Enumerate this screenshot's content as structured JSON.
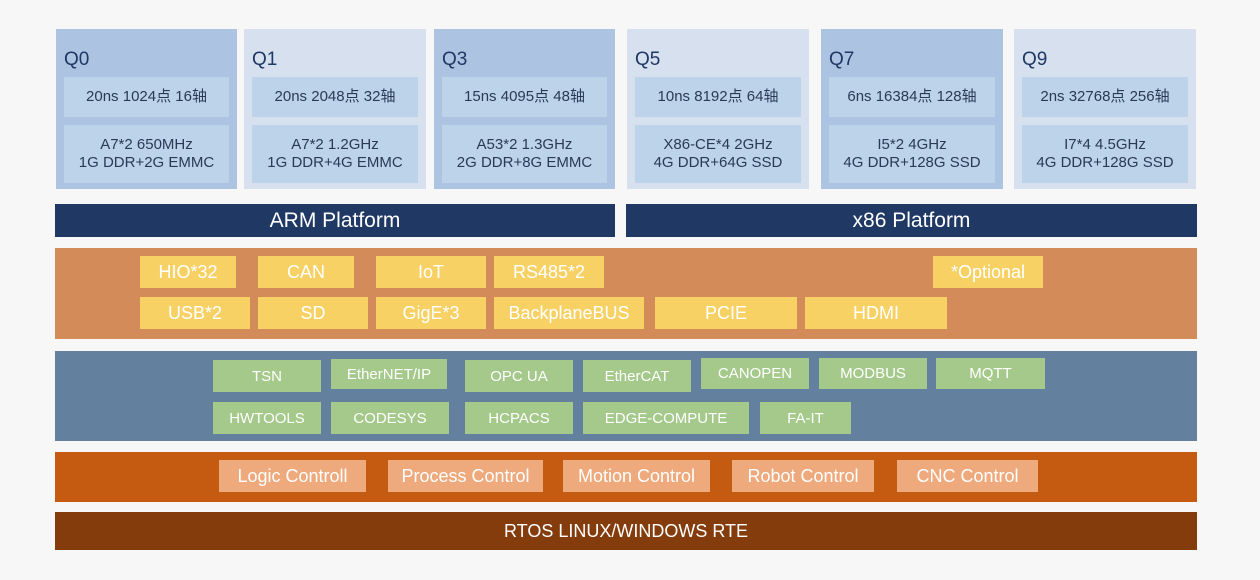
{
  "colors": {
    "background": "#f7f7f8",
    "card_dark": "#adc3e2",
    "card_light": "#d6e0ef",
    "spec_box": "#bcd3e9",
    "platform_bar": "#1f3864",
    "io_band": "#d38b59",
    "io_chip": "#f8d165",
    "protocol_band": "#63809f",
    "protocol_chip": "#a4c98a",
    "control_band": "#c55a11",
    "control_chip": "#eea97c",
    "rte_band": "#843c0c"
  },
  "models": [
    {
      "name": "Q0",
      "perf": "20ns 1024点 16轴",
      "cpu": "A7*2 650MHz",
      "memory": "1G DDR+2G EMMC"
    },
    {
      "name": "Q1",
      "perf": "20ns 2048点 32轴",
      "cpu": "A7*2 1.2GHz",
      "memory": "1G DDR+4G EMMC"
    },
    {
      "name": "Q3",
      "perf": "15ns 4095点 48轴",
      "cpu": "A53*2 1.3GHz",
      "memory": "2G DDR+8G EMMC"
    },
    {
      "name": "Q5",
      "perf": "10ns 8192点 64轴",
      "cpu": "X86-CE*4 2GHz",
      "memory": "4G DDR+64G SSD"
    },
    {
      "name": "Q7",
      "perf": "6ns 16384点 128轴",
      "cpu": "I5*2 4GHz",
      "memory": "4G DDR+128G SSD"
    },
    {
      "name": "Q9",
      "perf": "2ns 32768点 256轴",
      "cpu": "I7*4 4.5GHz",
      "memory": "4G DDR+128G SSD"
    }
  ],
  "platforms": {
    "arm": "ARM Platform",
    "x86": "x86 Platform"
  },
  "io": {
    "row1": [
      "HIO*32",
      "CAN",
      "IoT",
      "RS485*2",
      "*Optional"
    ],
    "row2": [
      "USB*2",
      "SD",
      "GigE*3",
      "BackplaneBUS",
      "PCIE",
      "HDMI"
    ]
  },
  "protocols": {
    "row1": [
      "TSN",
      "EtherNET/IP",
      "OPC UA",
      "EtherCAT",
      "CANOPEN",
      "MODBUS",
      "MQTT"
    ],
    "row2": [
      "HWTOOLS",
      "CODESYS",
      "HCPACS",
      "EDGE-COMPUTE",
      "FA-IT"
    ]
  },
  "controls": [
    "Logic Controll",
    "Process Control",
    "Motion Control",
    "Robot Control",
    "CNC Control"
  ],
  "runtime": "RTOS LINUX/WINDOWS RTE"
}
